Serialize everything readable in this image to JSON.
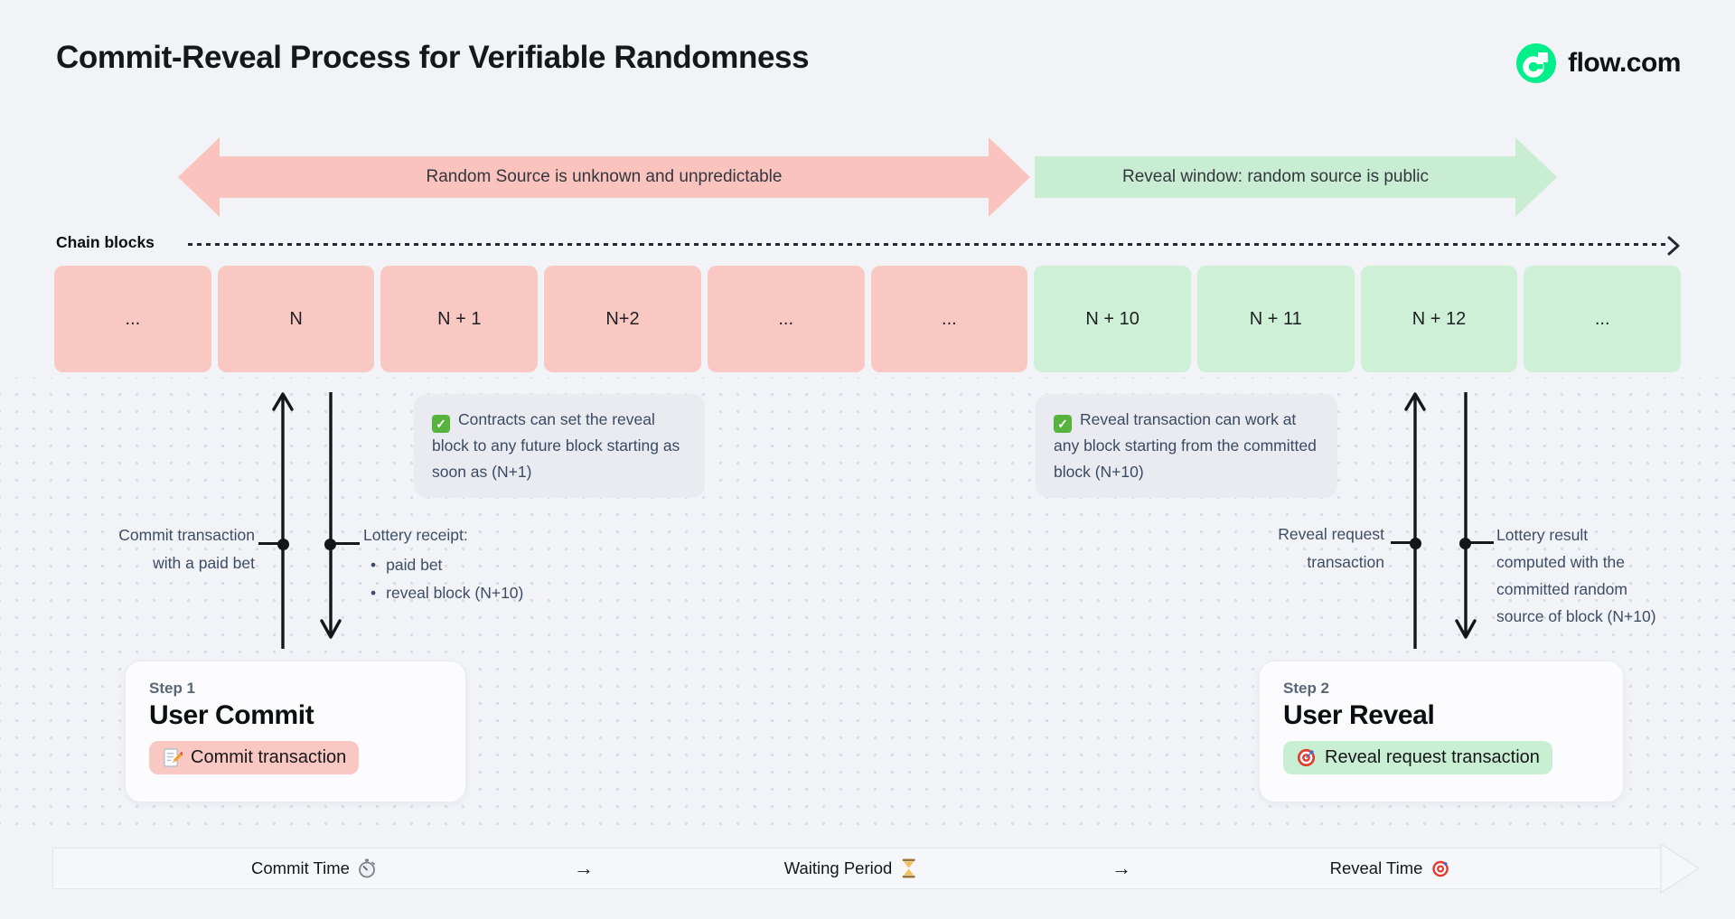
{
  "page": {
    "title": "Commit-Reveal Process for Verifiable Randomness"
  },
  "brand": {
    "name": "flow.com",
    "logo_icon": "flow-logo",
    "logo_color": "#00ef8b"
  },
  "phase_arrows": {
    "unknown": {
      "label": "Random Source is unknown and unpredictable",
      "direction": "double",
      "color": "#fac3bd"
    },
    "reveal": {
      "label": "Reveal window: random source is public",
      "direction": "right",
      "color": "#c9edd3"
    }
  },
  "chain": {
    "label": "Chain blocks",
    "blocks": [
      {
        "label": "...",
        "tone": "pink"
      },
      {
        "label": "N",
        "tone": "pink"
      },
      {
        "label": "N + 1",
        "tone": "pink"
      },
      {
        "label": "N+2",
        "tone": "pink"
      },
      {
        "label": "...",
        "tone": "pink"
      },
      {
        "label": "...",
        "tone": "pink"
      },
      {
        "label": "N + 10",
        "tone": "green"
      },
      {
        "label": "N + 11",
        "tone": "green"
      },
      {
        "label": "N + 12",
        "tone": "green"
      },
      {
        "label": "...",
        "tone": "green"
      }
    ]
  },
  "notes": {
    "commit": {
      "icon": "check-icon",
      "text": "Contracts can set the reveal block to any future block starting as soon as (N+1)"
    },
    "reveal": {
      "icon": "check-icon",
      "text": "Reveal transaction can work at any block starting from the committed block (N+10)"
    }
  },
  "annotations": {
    "commit_tx": {
      "lines": [
        "Commit transaction",
        "with a paid bet"
      ]
    },
    "lottery_receipt": {
      "title": "Lottery receipt:",
      "bullets": [
        "paid bet",
        "reveal block (N+10)"
      ]
    },
    "reveal_tx": {
      "lines": [
        "Reveal request",
        "transaction"
      ]
    },
    "lottery_result": {
      "lines": [
        "Lottery result",
        "computed with the",
        "committed random",
        "source of block (N+10)"
      ]
    }
  },
  "steps": {
    "step1": {
      "label": "Step 1",
      "title": "User Commit",
      "action": "Commit transaction",
      "icon": "memo-icon"
    },
    "step2": {
      "label": "Step 2",
      "title": "User Reveal",
      "action": "Reveal request transaction",
      "icon": "target-icon"
    }
  },
  "timeline": {
    "items": [
      {
        "type": "label",
        "text": "Commit Time",
        "icon": "stopwatch-icon"
      },
      {
        "type": "arrow",
        "text": "→"
      },
      {
        "type": "label",
        "text": "Waiting Period",
        "icon": "hourglass-icon"
      },
      {
        "type": "arrow",
        "text": "→"
      },
      {
        "type": "label",
        "text": "Reveal Time",
        "icon": "target-icon"
      }
    ]
  }
}
